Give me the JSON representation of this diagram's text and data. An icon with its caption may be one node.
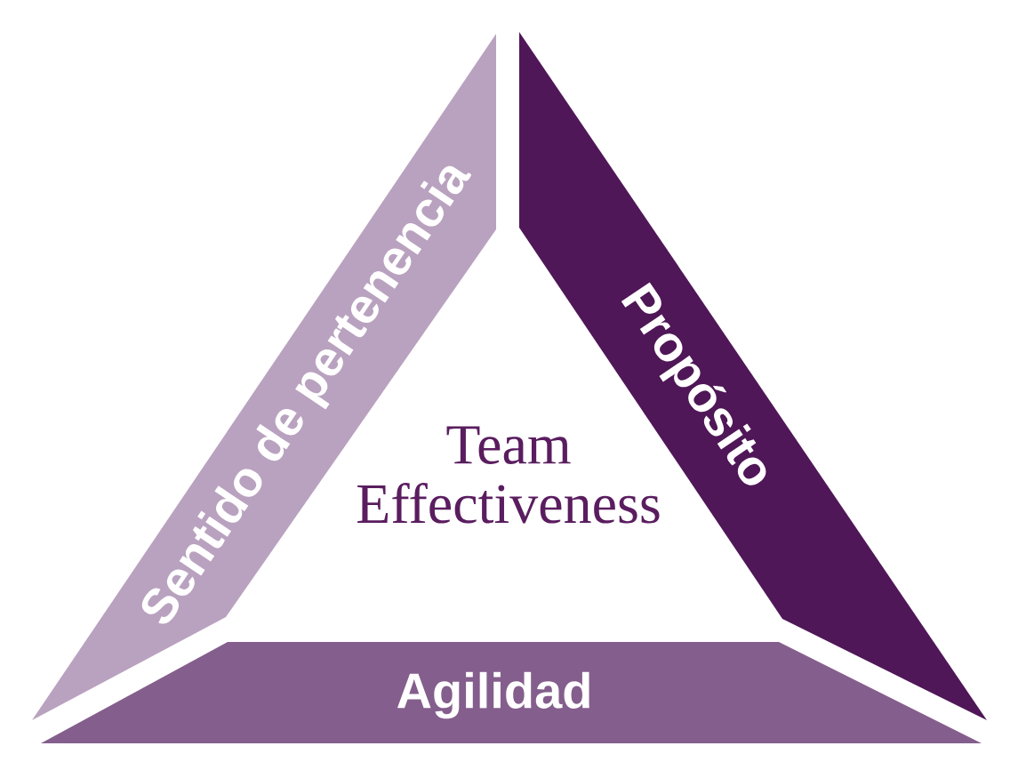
{
  "diagram": {
    "nodes": [
      {
        "text": [
          "Sentido de pertenencia"
        ]
      },
      {
        "text": [
          "Propósito"
        ]
      },
      {
        "text": [
          "Agilidad"
        ]
      }
    ],
    "labels": [
      "Team Effectiveness"
    ]
  }
}
